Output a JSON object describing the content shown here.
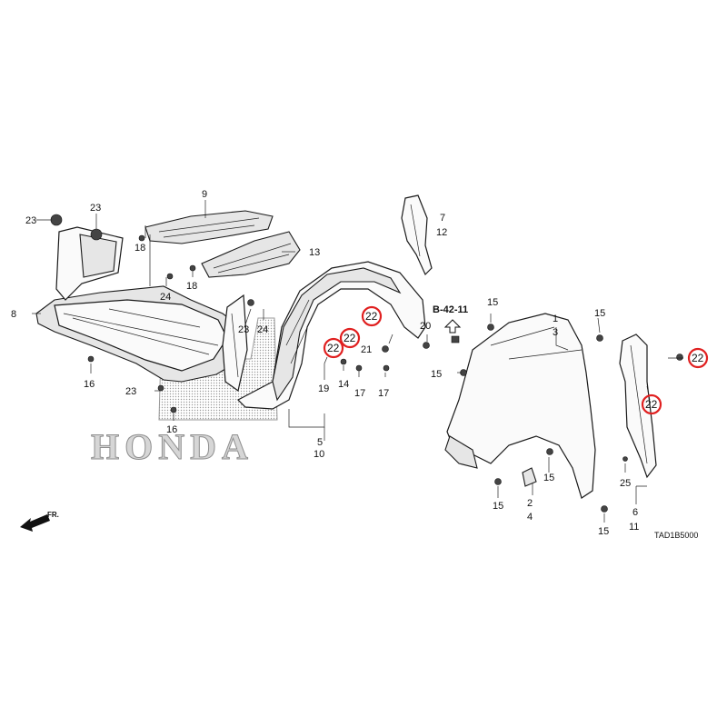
{
  "brand": {
    "wordmark": "HONDA",
    "wordmark_color": "#bdbdbd"
  },
  "ref": {
    "text": "B-42-11"
  },
  "diagram_code": "TAD1B5000",
  "direction": {
    "text": "FR."
  },
  "colors": {
    "highlight": "#e02020",
    "line": "#1a1a1a"
  },
  "callouts": [
    {
      "id": "c9",
      "text": "9"
    },
    {
      "id": "c23a",
      "text": "23"
    },
    {
      "id": "c23b",
      "text": "23"
    },
    {
      "id": "c18a",
      "text": "18"
    },
    {
      "id": "c13",
      "text": "13"
    },
    {
      "id": "c7",
      "text": "7"
    },
    {
      "id": "c12",
      "text": "12"
    },
    {
      "id": "c8",
      "text": "8"
    },
    {
      "id": "c24a",
      "text": "24"
    },
    {
      "id": "c18b",
      "text": "18"
    },
    {
      "id": "c23c",
      "text": "23"
    },
    {
      "id": "c24b",
      "text": "24"
    },
    {
      "id": "c16a",
      "text": "16"
    },
    {
      "id": "c23d",
      "text": "23"
    },
    {
      "id": "c16b",
      "text": "16"
    },
    {
      "id": "c15a",
      "text": "15"
    },
    {
      "id": "c1",
      "text": "1"
    },
    {
      "id": "c3",
      "text": "3"
    },
    {
      "id": "c15b",
      "text": "15"
    },
    {
      "id": "c21",
      "text": "21"
    },
    {
      "id": "c20",
      "text": "20"
    },
    {
      "id": "c19",
      "text": "19"
    },
    {
      "id": "c14",
      "text": "14"
    },
    {
      "id": "c17a",
      "text": "17"
    },
    {
      "id": "c17b",
      "text": "17"
    },
    {
      "id": "c15c",
      "text": "15"
    },
    {
      "id": "c5",
      "text": "5"
    },
    {
      "id": "c10",
      "text": "10"
    },
    {
      "id": "c15d",
      "text": "15"
    },
    {
      "id": "c2",
      "text": "2"
    },
    {
      "id": "c4",
      "text": "4"
    },
    {
      "id": "c15e",
      "text": "15"
    },
    {
      "id": "c25",
      "text": "25"
    },
    {
      "id": "c6",
      "text": "6"
    },
    {
      "id": "c11",
      "text": "11"
    },
    {
      "id": "c15f",
      "text": "15"
    }
  ],
  "highlighted": [
    {
      "id": "h1",
      "text": "22"
    },
    {
      "id": "h2",
      "text": "22"
    },
    {
      "id": "h3",
      "text": "22"
    },
    {
      "id": "h4",
      "text": "22"
    },
    {
      "id": "h5",
      "text": "22"
    }
  ]
}
